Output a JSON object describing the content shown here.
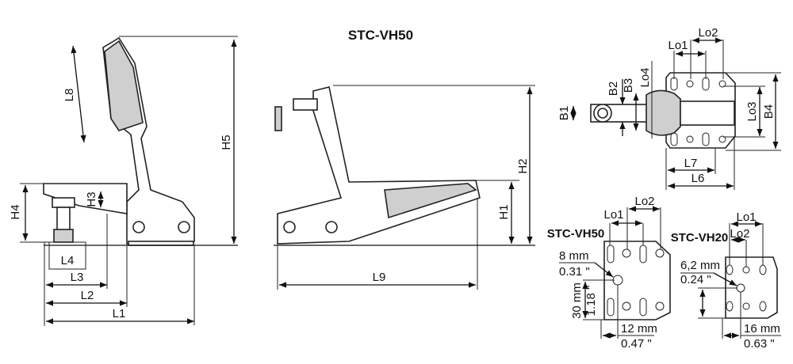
{
  "title": "STC-VH50",
  "side_view": {
    "H5": "H5",
    "L8": "L8",
    "H4": "H4",
    "H3": "H3",
    "L4": "L4",
    "L3": "L3",
    "L2": "L2",
    "L1": "L1"
  },
  "open_view": {
    "H2": "H2",
    "H1": "H1",
    "L9": "L9"
  },
  "top_view": {
    "Lo1": "Lo1",
    "Lo2": "Lo2",
    "Lo3": "Lo3",
    "Lo4": "Lo4",
    "B1": "B1",
    "B2": "B2",
    "B3": "B3",
    "B4": "B4",
    "L6": "L6",
    "L7": "L7"
  },
  "base_vh50": {
    "model": "STC-VH50",
    "Lo1": "Lo1",
    "Lo2": "Lo2",
    "hole_mm": "8 mm",
    "hole_in": "0.31 \"",
    "height_mm": "30 mm",
    "height_in": "1.18 \"",
    "offset_mm": "12 mm",
    "offset_in": "0.47 \""
  },
  "base_vh20": {
    "model": "STC-VH20",
    "Lo1": "Lo1",
    "Lo2": "Lo2",
    "hole_mm": "6,2 mm",
    "hole_in": "0.24 \"",
    "offset_mm": "16 mm",
    "offset_in": "0.63 \""
  }
}
